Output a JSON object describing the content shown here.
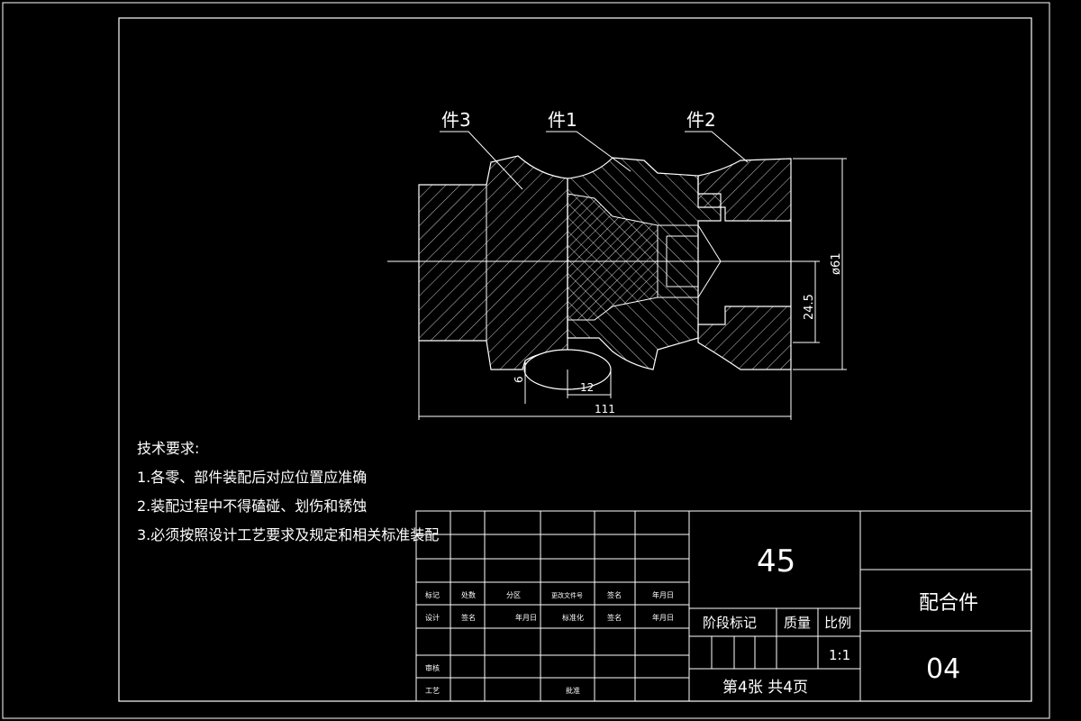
{
  "part_labels": {
    "part3": "件3",
    "part1": "件1",
    "part2": "件2"
  },
  "dimensions": {
    "length_total": "111",
    "diameter": "ø61",
    "inner_height": "24.5",
    "groove_depth": "6",
    "groove_width": "12"
  },
  "tech_requirements": {
    "title": "技术要求:",
    "items": [
      "1.各零、部件装配后对应位置应准确",
      "2.装配过程中不得磕碰、划伤和锈蚀",
      "3.必须按照设计工艺要求及规定和相关标准装配"
    ]
  },
  "title_block": {
    "material": "45",
    "drawing_name": "配合件",
    "drawing_number": "04",
    "stage_mark": "阶段标记",
    "mass": "质量",
    "scale_label": "比例",
    "scale_value": "1:1",
    "sheet_info": "第4张  共4页",
    "rev_row": [
      "标记",
      "处数",
      "分区",
      "更改文件号",
      "签名",
      "年月日"
    ],
    "sign_row": [
      "设计",
      "签名",
      "年月日",
      "标准化",
      "签名",
      "年月日"
    ],
    "check_label": "审核",
    "process_label": "工艺",
    "approve_label": "批准"
  },
  "colors": {
    "background": "#000000",
    "lines": "#ffffff"
  }
}
